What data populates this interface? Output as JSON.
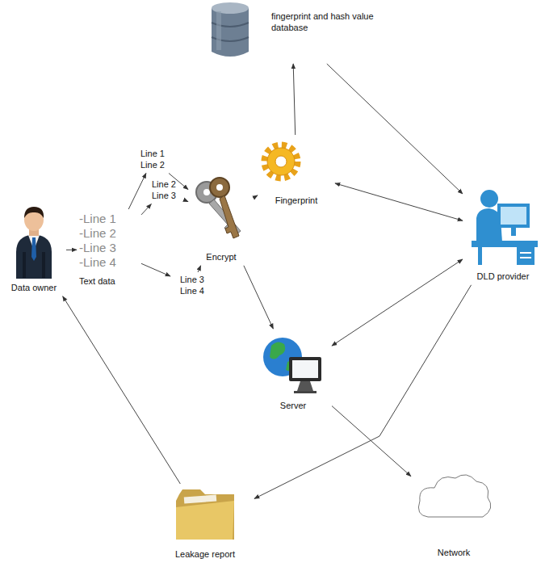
{
  "diagram": {
    "nodes": [
      {
        "text": [
          "Data owner"
        ]
      },
      {
        "text": [
          "-Line 1",
          "-Line 2",
          "-Line 3",
          "-Line 4",
          "Text data"
        ]
      },
      {
        "text": [
          "Line 1",
          "Line 2"
        ]
      },
      {
        "text": [
          "Line 2",
          "Line 3"
        ]
      },
      {
        "text": [
          "Line 3",
          "Line 4"
        ]
      },
      {
        "text": [
          "Encrypt"
        ]
      },
      {
        "text": [
          "Fingerprint"
        ]
      },
      {
        "text": [
          "fingerprint and hash value database"
        ]
      },
      {
        "text": [
          "DLD provider"
        ]
      },
      {
        "text": [
          "Server"
        ]
      },
      {
        "text": [
          "Network"
        ]
      },
      {
        "text": [
          "Leakage report"
        ]
      }
    ],
    "edges": [
      {
        "from": 0,
        "to": 1,
        "arrow": "to"
      },
      {
        "from": 1,
        "to": 2,
        "arrow": "to"
      },
      {
        "from": 1,
        "to": 3,
        "arrow": "to"
      },
      {
        "from": 1,
        "to": 4,
        "arrow": "to"
      },
      {
        "from": 2,
        "to": 5,
        "arrow": "to"
      },
      {
        "from": 3,
        "to": 5,
        "arrow": "to"
      },
      {
        "from": 4,
        "to": 5,
        "arrow": "to"
      },
      {
        "from": 5,
        "to": 6,
        "arrow": "to"
      },
      {
        "from": 5,
        "to": 9,
        "arrow": "to"
      },
      {
        "from": 6,
        "to": 7,
        "arrow": "to"
      },
      {
        "from": 7,
        "to": 8,
        "arrow": "to"
      },
      {
        "from": 6,
        "to": 8,
        "arrow": "both"
      },
      {
        "from": 8,
        "to": 9,
        "arrow": "both"
      },
      {
        "from": 9,
        "to": 10,
        "arrow": "to"
      },
      {
        "from": 8,
        "to": 11,
        "arrow": "to"
      },
      {
        "from": 11,
        "to": 0,
        "arrow": "to"
      }
    ]
  }
}
